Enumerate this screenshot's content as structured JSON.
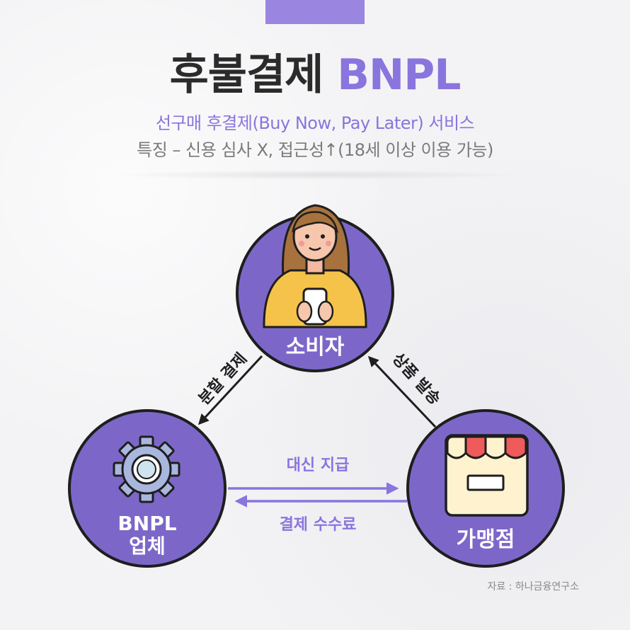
{
  "header": {
    "title_main": "후불결제",
    "title_accent": "BNPL",
    "subtitle": "선구매 후결제(Buy Now, Pay Later) 서비스",
    "feature": "특징 – 신용 심사 X, 접근성↑(18세 이상 이용 가능)"
  },
  "nodes": {
    "consumer": "소비자",
    "bnpl_line1": "BNPL",
    "bnpl_line2": "업체",
    "merchant": "가맹점"
  },
  "edges": {
    "installment_payment": "분할 결제",
    "product_shipping": "상품 발송",
    "payment_on_behalf": "대신 지급",
    "payment_fee": "결제 수수료"
  },
  "source": "자료 : 하나금융연구소",
  "colors": {
    "node_fill": "#7c67c9",
    "accent": "#8a74dd",
    "arrow_dark": "#1e1e1e",
    "arrow_purple": "#8a74dd"
  }
}
